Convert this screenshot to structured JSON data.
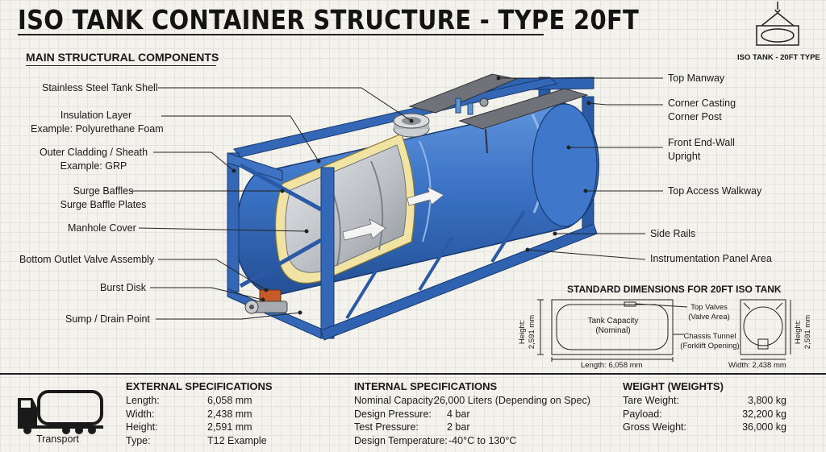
{
  "title": "ISO TANK CONTAINER STRUCTURE - TYPE 20FT",
  "badge": "ISO TANK - 20FT TYPE",
  "components_heading": "MAIN STRUCTURAL COMPONENTS",
  "left_labels": [
    {
      "line1": "Stainless Steel Tank Shell",
      "line2": ""
    },
    {
      "line1": "Insulation Layer",
      "line2": "Example: Polyurethane Foam"
    },
    {
      "line1": "Outer Cladding / Sheath",
      "line2": "Example: GRP"
    },
    {
      "line1": "Surge Baffles",
      "line2": "Surge Baffle Plates"
    },
    {
      "line1": "Manhole Cover",
      "line2": ""
    },
    {
      "line1": "Bottom Outlet Valve Assembly",
      "line2": ""
    },
    {
      "line1": "Burst Disk",
      "line2": ""
    },
    {
      "line1": "Sump / Drain Point",
      "line2": ""
    }
  ],
  "right_labels": [
    {
      "line1": "Top Manway",
      "line2": ""
    },
    {
      "line1": "Corner Casting",
      "line2": "Corner Post"
    },
    {
      "line1": "Front End-Wall",
      "line2": "Upright"
    },
    {
      "line1": "Top Access Walkway",
      "line2": ""
    },
    {
      "line1": "Side Rails",
      "line2": ""
    },
    {
      "line1": "Instrumentation Panel Area",
      "line2": ""
    }
  ],
  "dimensions": {
    "heading": "STANDARD DIMENSIONS FOR 20FT ISO TANK",
    "height_label": "Height:",
    "height_value": "2,591 mm",
    "tank_capacity": "Tank Capacity",
    "nominal": "(Nominal)",
    "length": "Length: 6,058 mm",
    "top_valves": "Top Valves",
    "valve_area": "(Valve Area)",
    "chassis_tunnel": "Chassis Tunnel",
    "forklift_opening": "(Forklift Opening)",
    "width": "Width: 2,438 mm",
    "height_right_label": "Height:",
    "height_right_value": "2,591 mm"
  },
  "transport_label": "Transport",
  "external": {
    "heading": "EXTERNAL SPECIFICATIONS",
    "rows": [
      {
        "k": "Length:",
        "v": "6,058 mm"
      },
      {
        "k": "Width:",
        "v": "2,438 mm"
      },
      {
        "k": "Height:",
        "v": "2,591 mm"
      },
      {
        "k": "Type:",
        "v": "T12  Example"
      }
    ]
  },
  "internal": {
    "heading": "INTERNAL SPECIFICATIONS",
    "rows": [
      {
        "k": "Nominal Capacity:",
        "v": "26,000 Liters (Depending on Spec)"
      },
      {
        "k": "Design Pressure:",
        "v": "4 bar"
      },
      {
        "k": "Test Pressure:",
        "v": "2 bar"
      },
      {
        "k": "Design Temperature:",
        "v": "-40°C to 130°C"
      }
    ]
  },
  "weight": {
    "heading": "WEIGHT  (WEIGHTS)",
    "rows": [
      {
        "k": "Tare Weight:",
        "v": "3,800 kg"
      },
      {
        "k": "Payload:",
        "v": "32,200 kg"
      },
      {
        "k": "Gross Weight:",
        "v": "36,000 kg"
      }
    ]
  },
  "colors": {
    "frame": "#2e5fb0",
    "tank": "#3a72c4",
    "insulation": "#f0e3a4",
    "steel": "#c9ccd0"
  }
}
